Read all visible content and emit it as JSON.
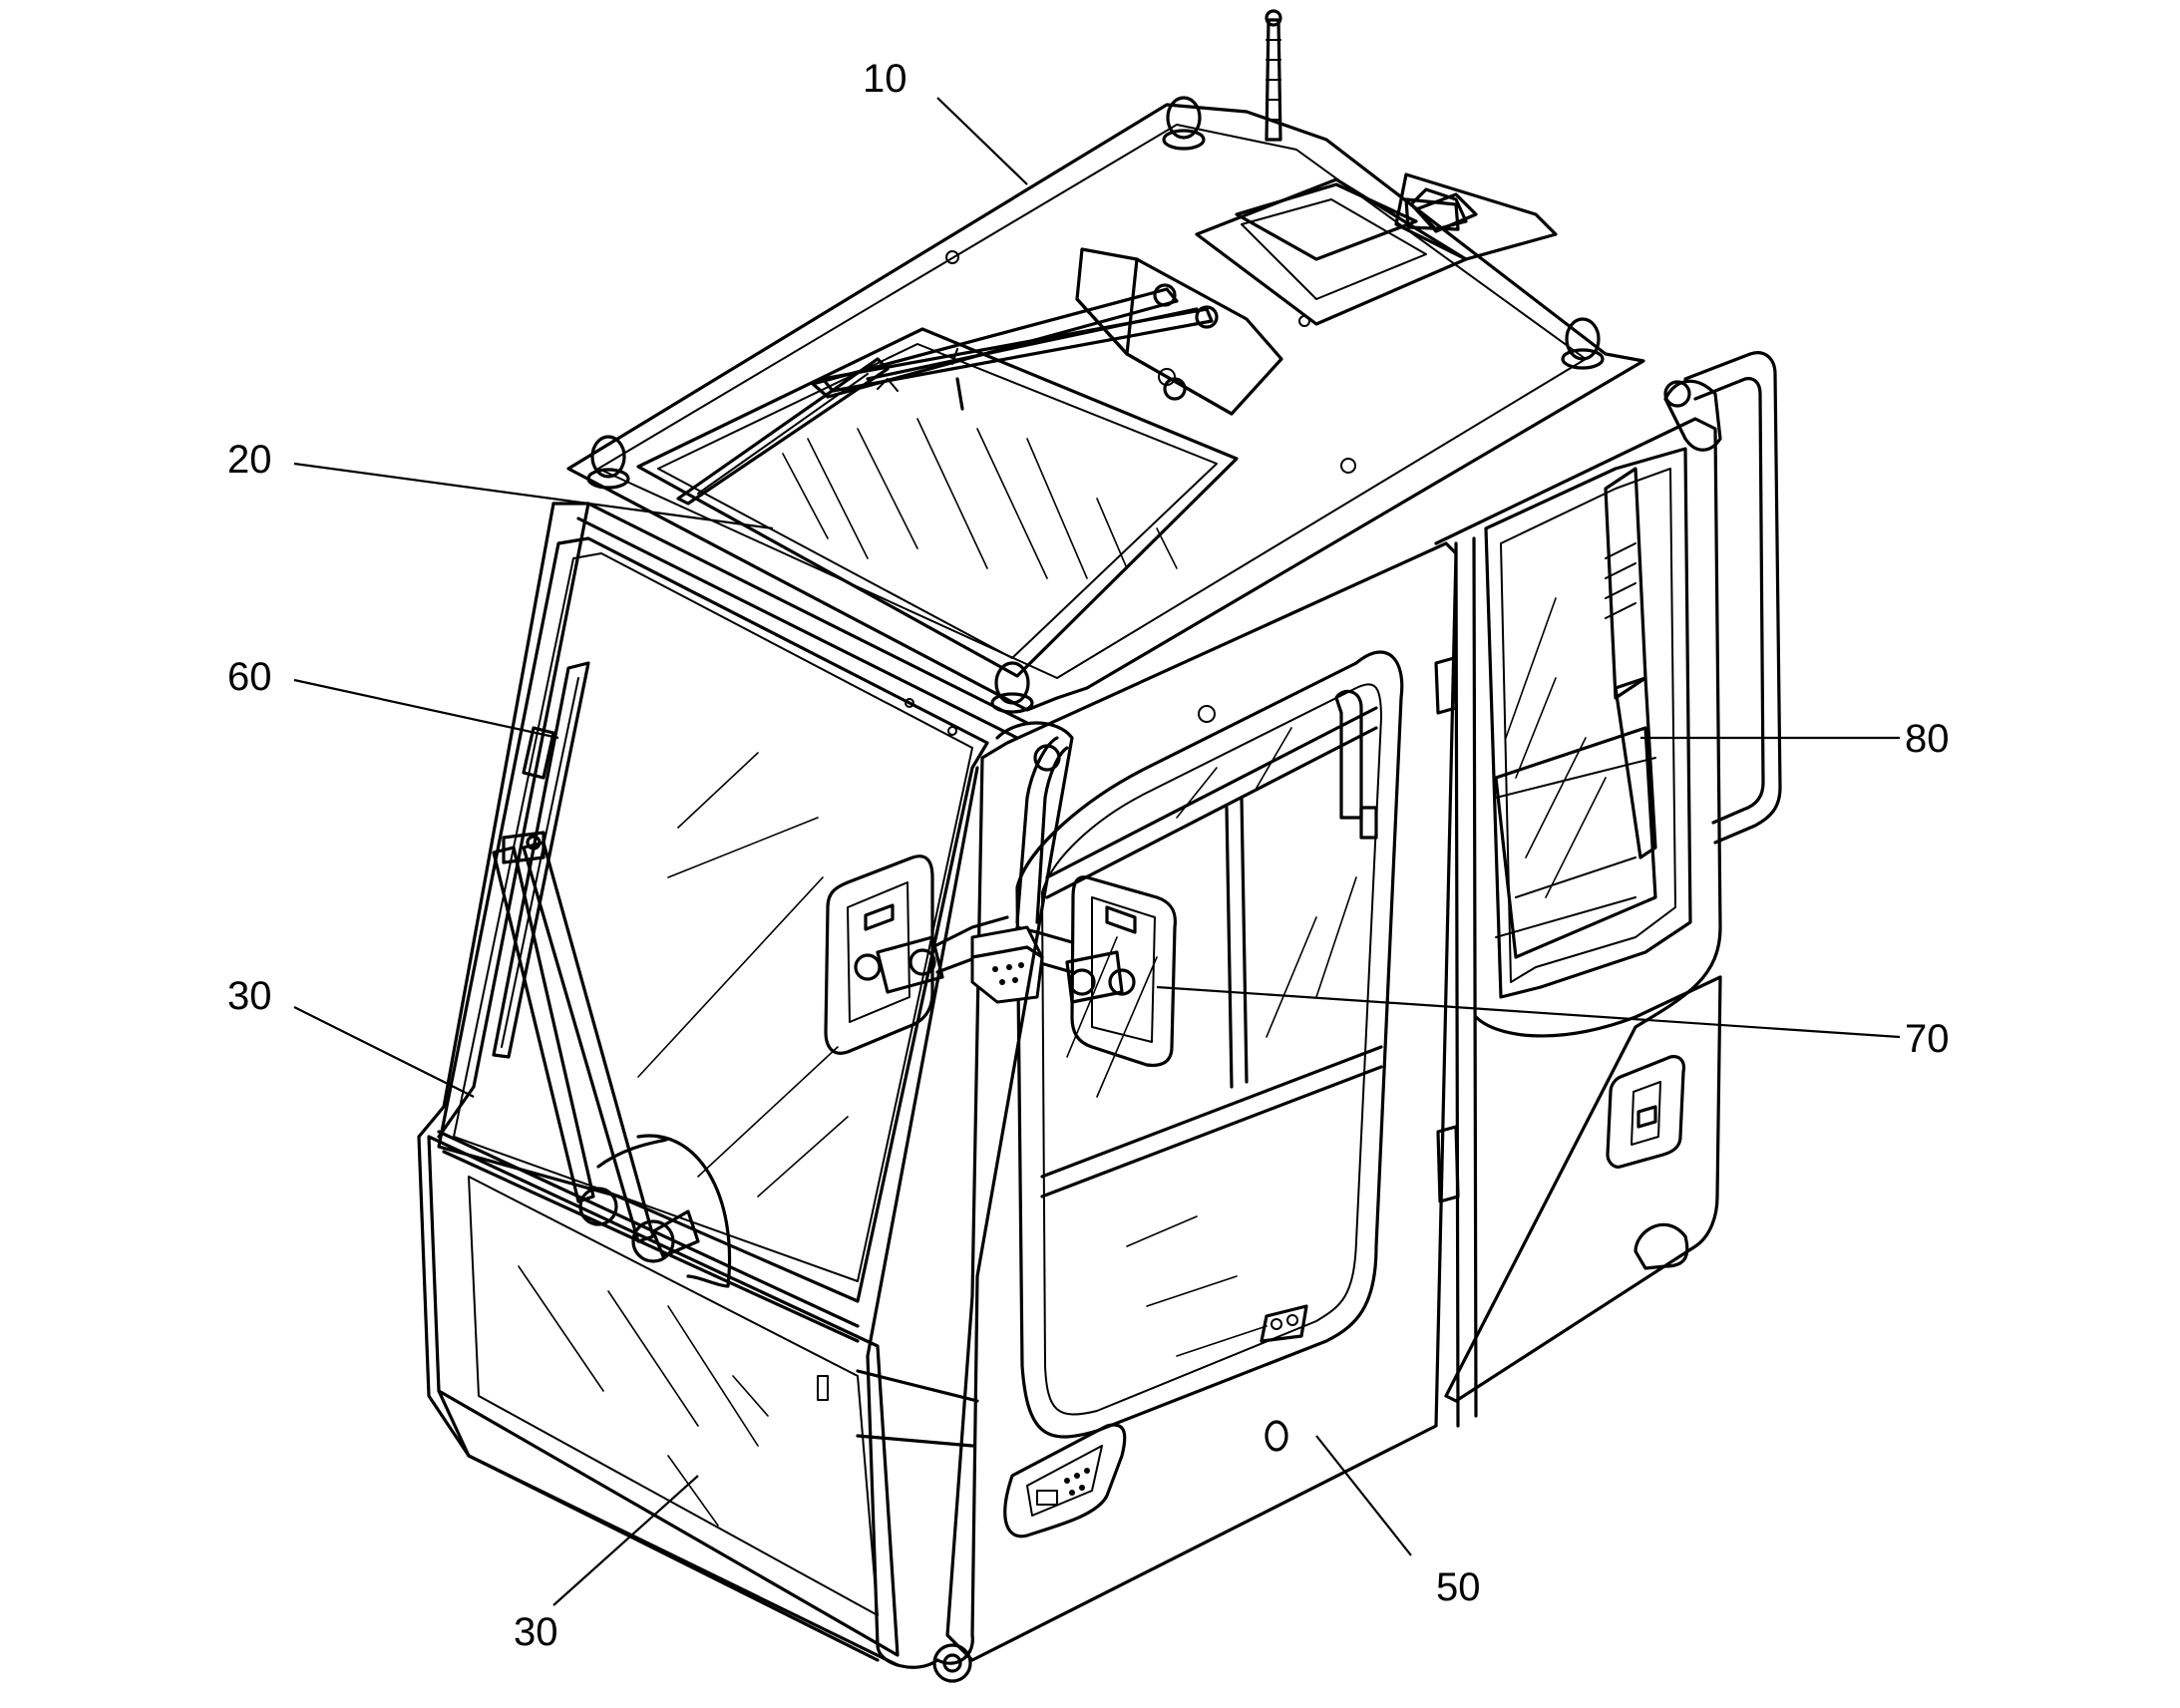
{
  "callouts": [
    {
      "id": "c10",
      "label": "10"
    },
    {
      "id": "c20",
      "label": "20"
    },
    {
      "id": "c60",
      "label": "60"
    },
    {
      "id": "c30a",
      "label": "30"
    },
    {
      "id": "c30b",
      "label": "30"
    },
    {
      "id": "c50",
      "label": "50"
    },
    {
      "id": "c70",
      "label": "70"
    },
    {
      "id": "c80",
      "label": "80"
    }
  ]
}
